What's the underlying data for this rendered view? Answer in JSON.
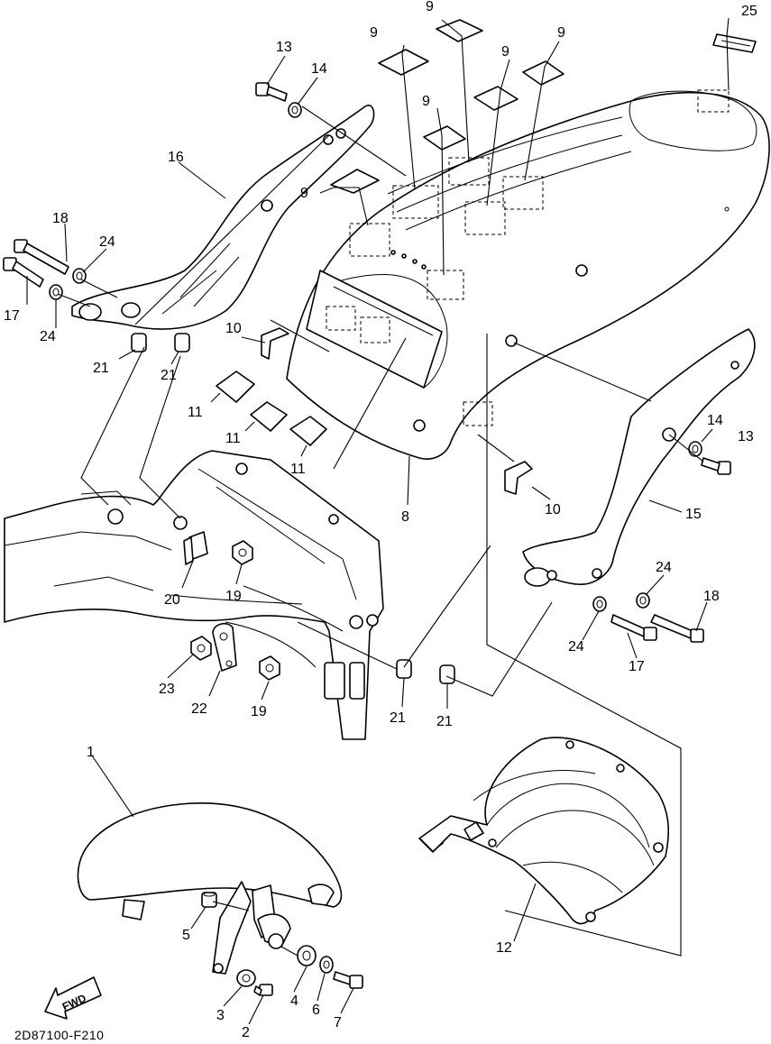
{
  "callouts": {
    "c1": "1",
    "c2": "2",
    "c3": "3",
    "c4": "4",
    "c5": "5",
    "c6": "6",
    "c7": "7",
    "c8": "8",
    "c9": "9",
    "c10": "10",
    "c11": "11",
    "c12": "12",
    "c13": "13",
    "c14": "14",
    "c15": "15",
    "c16": "16",
    "c17": "17",
    "c18": "18",
    "c19": "19",
    "c20": "20",
    "c21": "21",
    "c22": "22",
    "c23": "23",
    "c24": "24",
    "c25": "25"
  },
  "direction_arrow": "FWD",
  "diagram_code": "2D87100-F210"
}
